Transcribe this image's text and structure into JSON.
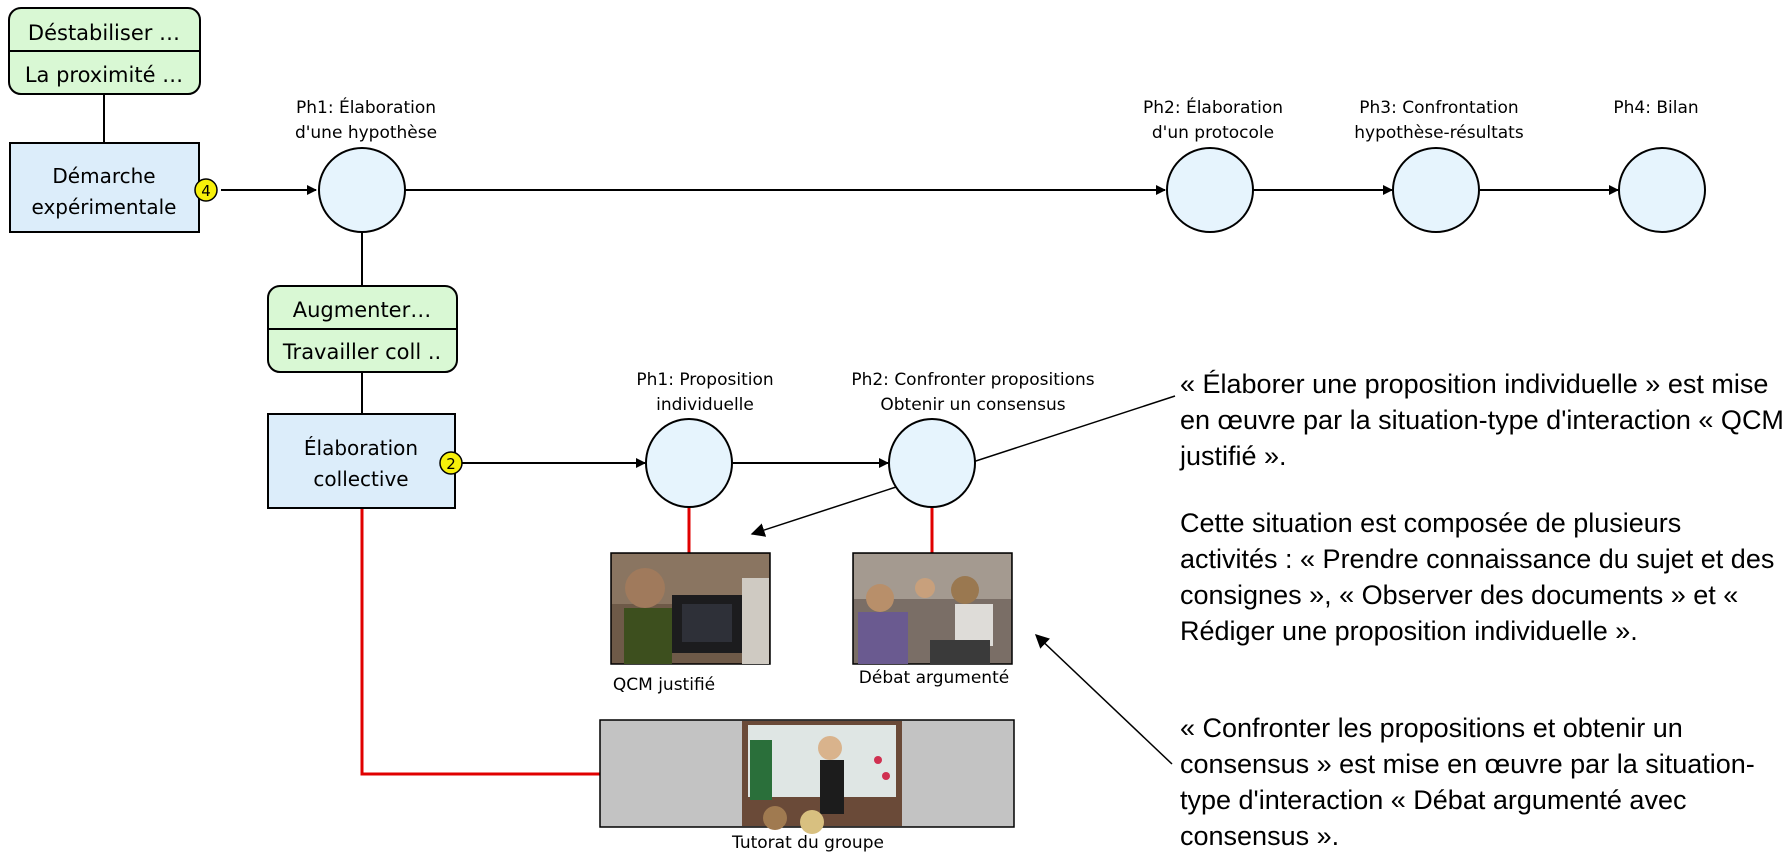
{
  "objectives_top": {
    "line1": "Déstabiliser …",
    "line2": "La proximité …"
  },
  "demarche_box": {
    "line1": "Démarche",
    "line2": "expérimentale",
    "badge": "4"
  },
  "top_phases": [
    {
      "line1": "Ph1: Élaboration",
      "line2": "d'une hypothèse"
    },
    {
      "line1": "Ph2: Élaboration",
      "line2": "d'un protocole"
    },
    {
      "line1": "Ph3: Confrontation",
      "line2": "hypothèse-résultats"
    },
    {
      "line1": "Ph4: Bilan",
      "line2": ""
    }
  ],
  "objectives_mid": {
    "line1": "Augmenter…",
    "line2": "Travailler coll .."
  },
  "elaboration_box": {
    "line1": "Élaboration",
    "line2": "collective",
    "badge": "2"
  },
  "sub_phases": [
    {
      "line1": "Ph1: Proposition",
      "line2": "individuelle"
    },
    {
      "line1": "Ph2: Confronter propositions",
      "line2": "Obtenir un consensus"
    }
  ],
  "photo_captions": {
    "qcm": "QCM justifié",
    "debat": "Débat argumenté",
    "tutorat": "Tutorat du groupe"
  },
  "explanation": {
    "para1": "« Élaborer une proposition individuelle » est mise en œuvre  par la situation-type d'interaction « QCM justifié ».",
    "para2": "Cette situation est composée de plusieurs activités : « Prendre connaissance du sujet et des consignes », « Observer des documents » et « Rédiger une proposition individuelle ».",
    "para3": "« Confronter les propositions et obtenir un consensus » est mise en œuvre  par la situation-type d'interaction « Débat argumenté avec consensus »."
  },
  "colors": {
    "objective_fill": "#d9f8d4",
    "activity_fill": "#dcedfa",
    "phase_fill": "#e6f4fd",
    "badge_fill": "#f7f00a",
    "red_line": "#e00000"
  }
}
